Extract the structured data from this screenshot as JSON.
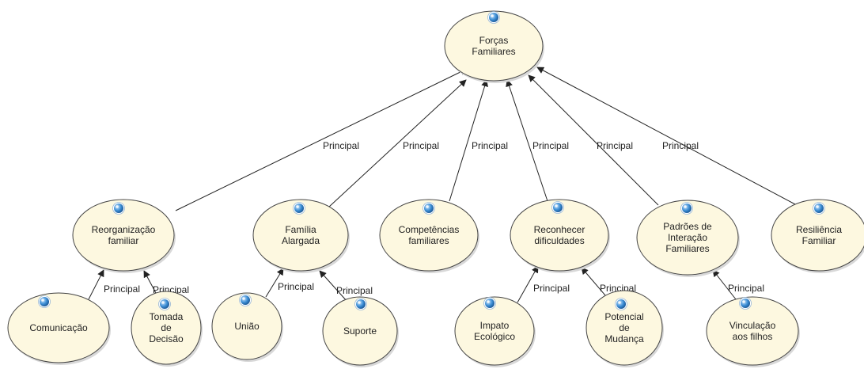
{
  "colors": {
    "node_fill": "#fdf8e0",
    "node_stroke": "#444444",
    "edge": "#222222",
    "icon": "#3d8fd6"
  },
  "nodes": [
    {
      "id": "root",
      "lines": [
        "Forças",
        "Familiares"
      ]
    },
    {
      "id": "reorg",
      "lines": [
        "Reorganização",
        "familiar"
      ]
    },
    {
      "id": "fam",
      "lines": [
        "Família",
        "Alargada"
      ]
    },
    {
      "id": "comp",
      "lines": [
        "Competências",
        "familiares"
      ]
    },
    {
      "id": "recon",
      "lines": [
        "Reconhecer",
        "dificuldades"
      ]
    },
    {
      "id": "padr",
      "lines": [
        "Padrões de",
        "Interação",
        "Familiares"
      ]
    },
    {
      "id": "resil",
      "lines": [
        "Resiliência",
        "Familiar"
      ]
    },
    {
      "id": "comun",
      "lines": [
        "Comunicação"
      ]
    },
    {
      "id": "toma",
      "lines": [
        "Tomada",
        "de",
        "Decisão"
      ]
    },
    {
      "id": "uniao",
      "lines": [
        "União"
      ]
    },
    {
      "id": "sup",
      "lines": [
        "Suporte"
      ]
    },
    {
      "id": "imp",
      "lines": [
        "Impato",
        "Ecológico"
      ]
    },
    {
      "id": "pot",
      "lines": [
        "Potencial",
        "de",
        "Mudança"
      ]
    },
    {
      "id": "vinc",
      "lines": [
        "Vinculação",
        "aos filhos"
      ]
    }
  ],
  "edges": [
    {
      "from": "reorg",
      "to": "root",
      "label": "Principal"
    },
    {
      "from": "fam",
      "to": "root",
      "label": "Principal"
    },
    {
      "from": "comp",
      "to": "root",
      "label": "Principal"
    },
    {
      "from": "recon",
      "to": "root",
      "label": "Principal"
    },
    {
      "from": "padr",
      "to": "root",
      "label": "Principal"
    },
    {
      "from": "resil",
      "to": "root",
      "label": "Principal"
    },
    {
      "from": "comun",
      "to": "reorg",
      "label": "Principal"
    },
    {
      "from": "toma",
      "to": "reorg",
      "label": "Principal"
    },
    {
      "from": "uniao",
      "to": "fam",
      "label": "Principal"
    },
    {
      "from": "sup",
      "to": "fam",
      "label": "Principal"
    },
    {
      "from": "imp",
      "to": "recon",
      "label": "Principal"
    },
    {
      "from": "pot",
      "to": "recon",
      "label": "Principal"
    },
    {
      "from": "vinc",
      "to": "padr",
      "label": "Principal"
    }
  ]
}
